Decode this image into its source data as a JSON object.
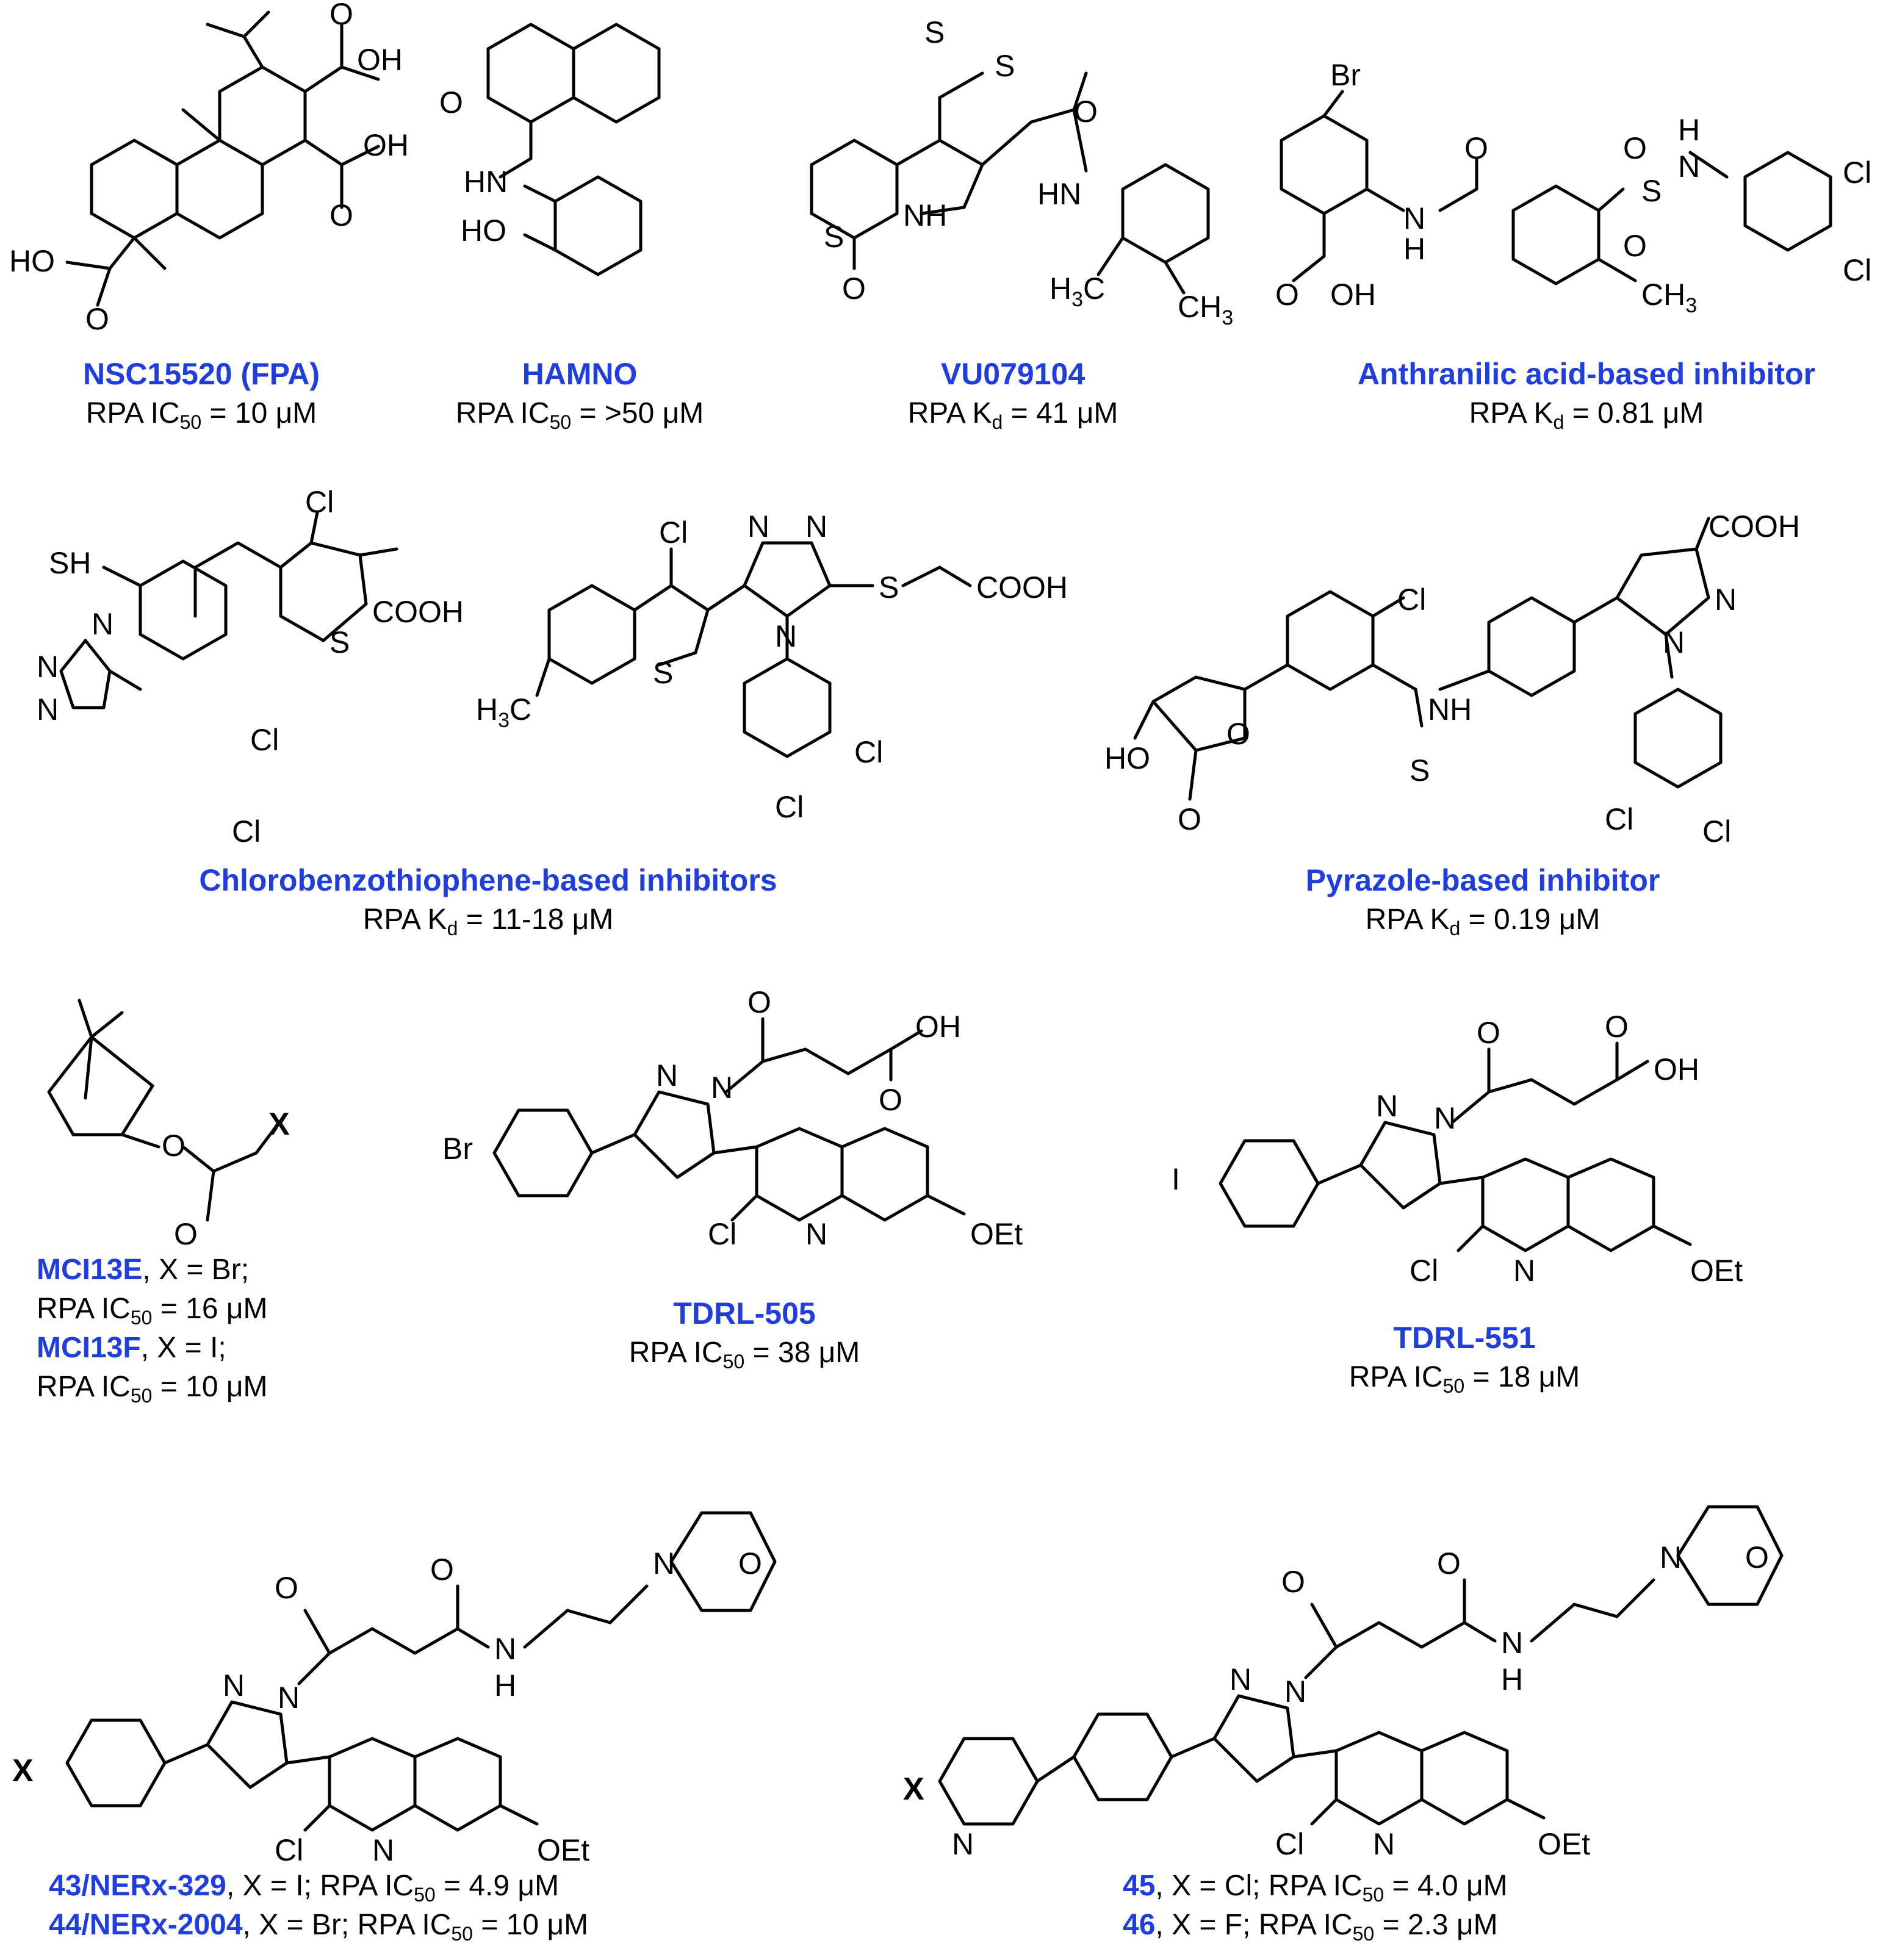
{
  "compounds": [
    {
      "name": "NSC15520 (FPA)",
      "activity": "RPA IC",
      "sub": "50",
      "value": " = 10 μM"
    },
    {
      "name": "HAMNO",
      "activity": "RPA IC",
      "sub": "50",
      "value": " = >50 μM"
    },
    {
      "name": "VU079104",
      "activity": "RPA K",
      "sub": "d",
      "value": " = 41 μM"
    },
    {
      "name": "Anthranilic acid-based inhibitor",
      "activity": "RPA K",
      "sub": "d",
      "value": " = 0.81 μM"
    },
    {
      "name": "Chlorobenzothiophene-based inhibitors",
      "activity": "RPA K",
      "sub": "d",
      "value": " = 11-18 μM"
    },
    {
      "name": "Pyrazole-based inhibitor",
      "activity": "RPA K",
      "sub": "d",
      "value": " = 0.19 μM"
    },
    {
      "name": "TDRL-505",
      "activity": "RPA IC",
      "sub": "50",
      "value": " = 38 μM"
    },
    {
      "name": "TDRL-551",
      "activity": "RPA IC",
      "sub": "50",
      "value": " = 18 μM"
    }
  ],
  "mci": [
    {
      "name": "MCI13E",
      "sub_text": ", X = Br;",
      "activity": "RPA IC",
      "sub": "50",
      "value": " = 16 μM"
    },
    {
      "name": "MCI13F",
      "sub_text": ", X = I;",
      "activity": "RPA IC",
      "sub": "50",
      "value": " = 10 μM"
    }
  ],
  "nerx": [
    {
      "name": "43/NERx-329",
      "mid": ", X = I; RPA IC",
      "sub": "50",
      "value": " = 4.9 μM"
    },
    {
      "name": "44/NERx-2004",
      "mid": ", X = Br; RPA IC",
      "sub": "50",
      "value": " = 10 μM"
    }
  ],
  "pyridyl": [
    {
      "name": "45",
      "mid": ", X = Cl; RPA IC",
      "sub": "50",
      "value": " = 4.0 μM"
    },
    {
      "name": "46",
      "mid": ", X = F; RPA IC",
      "sub": "50",
      "value": " = 2.3 μM"
    }
  ],
  "atoms": {
    "OH": "OH",
    "O": "O",
    "HO": "HO",
    "HN": "HN",
    "NH": "NH",
    "N": "N",
    "S": "S",
    "H": "H",
    "Br": "Br",
    "Cl": "Cl",
    "I": "I",
    "X": "X",
    "SH": "SH",
    "COOH": "COOH",
    "CH3": "CH",
    "H3C": "H",
    "three": "3",
    "OEt": "OEt"
  }
}
